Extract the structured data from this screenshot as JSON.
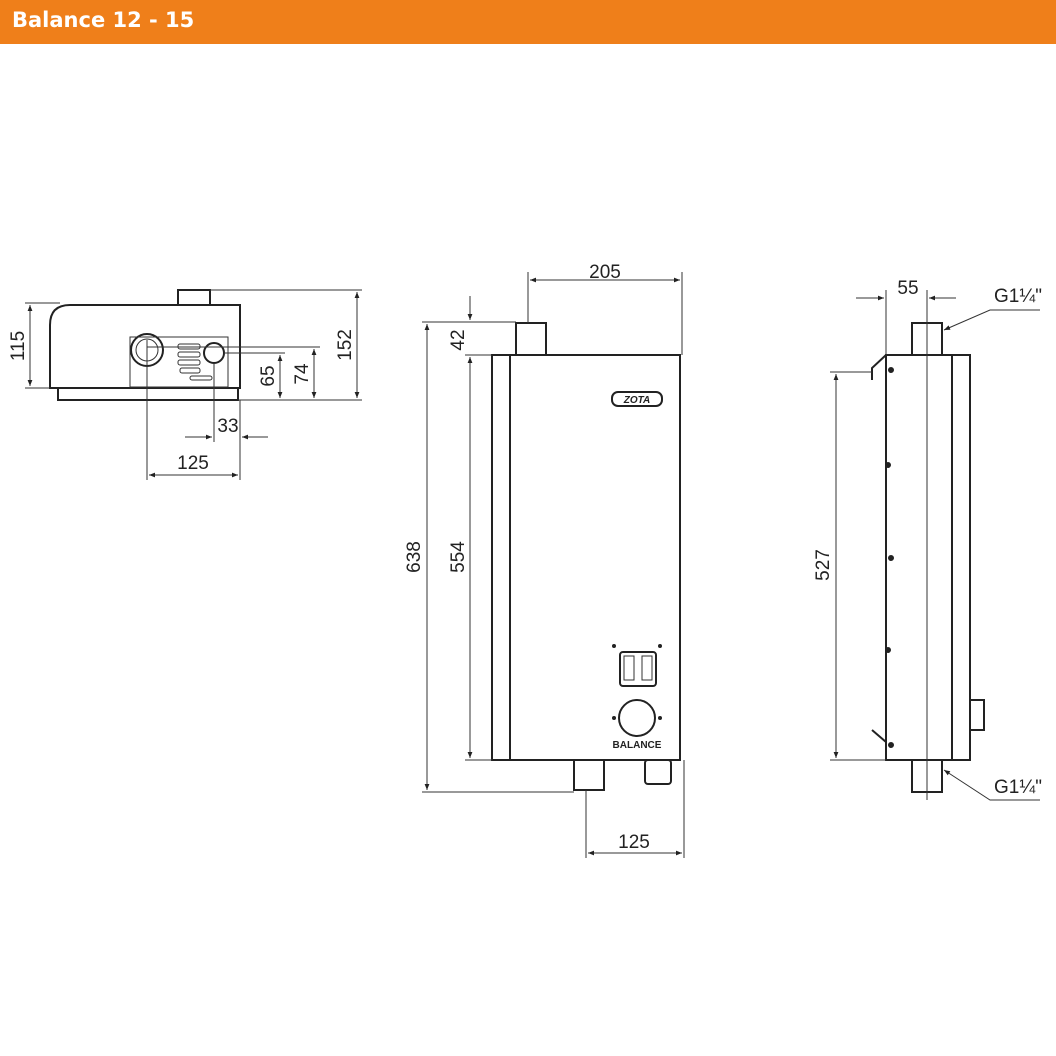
{
  "header": {
    "title": "Balance 12 - 15"
  },
  "colors": {
    "accent": "#ef7f1a",
    "line": "#222222"
  },
  "top_view": {
    "dims": {
      "height_body": "115",
      "height_total": "152",
      "outlet_height": "65",
      "inlet_height": "74",
      "outlet_offset": "33",
      "pipe_offset": "125"
    }
  },
  "front_view": {
    "logo": "ZOTA",
    "model_label": "BALANCE",
    "dims": {
      "width": "205",
      "height_total": "638",
      "pipe_top": "42",
      "height_body": "554",
      "pipe_bottom_offset": "125"
    }
  },
  "side_view": {
    "dims": {
      "pipe_offset": "55",
      "mount_height": "527",
      "thread_top": "G1¼\"",
      "thread_bottom": "G1¼\""
    }
  }
}
